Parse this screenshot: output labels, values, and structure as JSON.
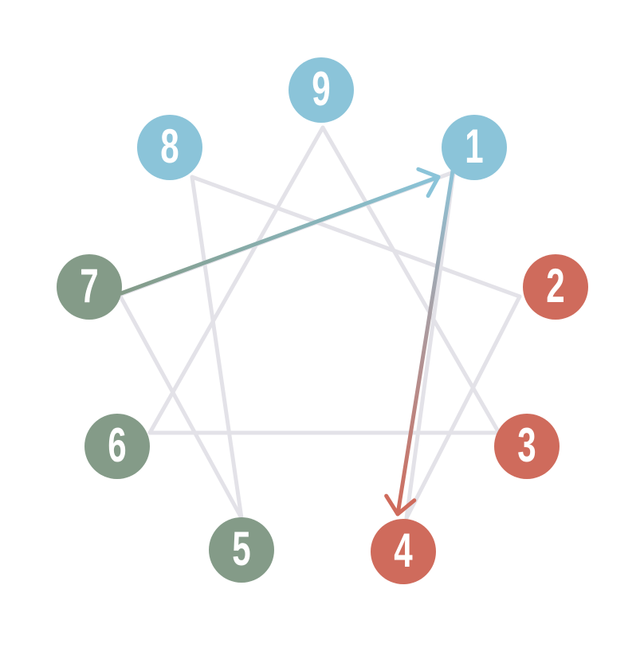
{
  "colors": {
    "background": "#ffffff",
    "line": "#e3e2e8",
    "head": "#8bc4d9",
    "heart": "#cf6b5c",
    "gut": "#849b88",
    "label": "#ffffff"
  },
  "nodes": [
    {
      "label": "9",
      "group": "head"
    },
    {
      "label": "1",
      "group": "head"
    },
    {
      "label": "2",
      "group": "heart"
    },
    {
      "label": "3",
      "group": "heart"
    },
    {
      "label": "4",
      "group": "heart"
    },
    {
      "label": "5",
      "group": "gut"
    },
    {
      "label": "6",
      "group": "gut"
    },
    {
      "label": "7",
      "group": "gut"
    },
    {
      "label": "8",
      "group": "head"
    }
  ],
  "connections": [
    [
      "9",
      "3"
    ],
    [
      "3",
      "6"
    ],
    [
      "6",
      "9"
    ],
    [
      "1",
      "4"
    ],
    [
      "4",
      "2"
    ],
    [
      "2",
      "8"
    ],
    [
      "8",
      "5"
    ],
    [
      "5",
      "7"
    ],
    [
      "7",
      "1"
    ]
  ],
  "arrows": [
    {
      "from": "7",
      "to": "1"
    },
    {
      "from": "1",
      "to": "4"
    }
  ]
}
